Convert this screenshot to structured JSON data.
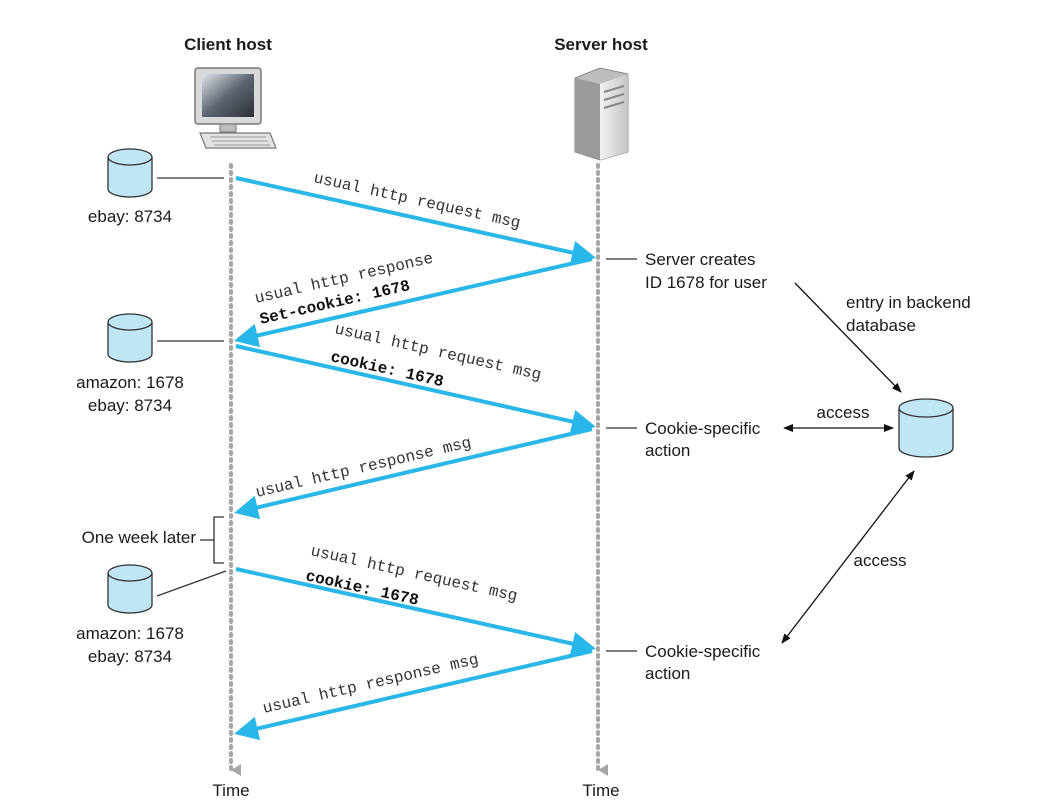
{
  "hosts": {
    "client": "Client host",
    "server": "Server host"
  },
  "time_labels": {
    "client": "Time",
    "server": "Time"
  },
  "client_stores": {
    "store1": [
      "ebay: 8734"
    ],
    "store2": [
      "amazon: 1678",
      "ebay: 8734"
    ],
    "store3": [
      "amazon: 1678",
      "ebay: 8734"
    ]
  },
  "messages": {
    "m1": {
      "line1": "usual http request msg"
    },
    "m2": {
      "line1": "usual http response",
      "line2": "Set-cookie: 1678"
    },
    "m3": {
      "line1": "usual http request msg",
      "line2": "cookie: 1678"
    },
    "m4": {
      "line1": "usual http response msg"
    },
    "m5": {
      "line1": "usual http request msg",
      "line2": "cookie: 1678"
    },
    "m6": {
      "line1": "usual http response msg"
    }
  },
  "server_notes": {
    "n1": [
      "Server creates",
      "ID 1678 for user"
    ],
    "n2": [
      "Cookie-specific",
      "action"
    ],
    "n3": [
      "Cookie-specific",
      "action"
    ]
  },
  "backend": {
    "entry": [
      "entry in backend",
      "database"
    ],
    "access1": "access",
    "access2": "access"
  },
  "one_week_later": "One week later",
  "colors": {
    "arrow": "#29b6e8",
    "db_fill": "#bfe6f5",
    "timeline": "#a6a6a6"
  }
}
